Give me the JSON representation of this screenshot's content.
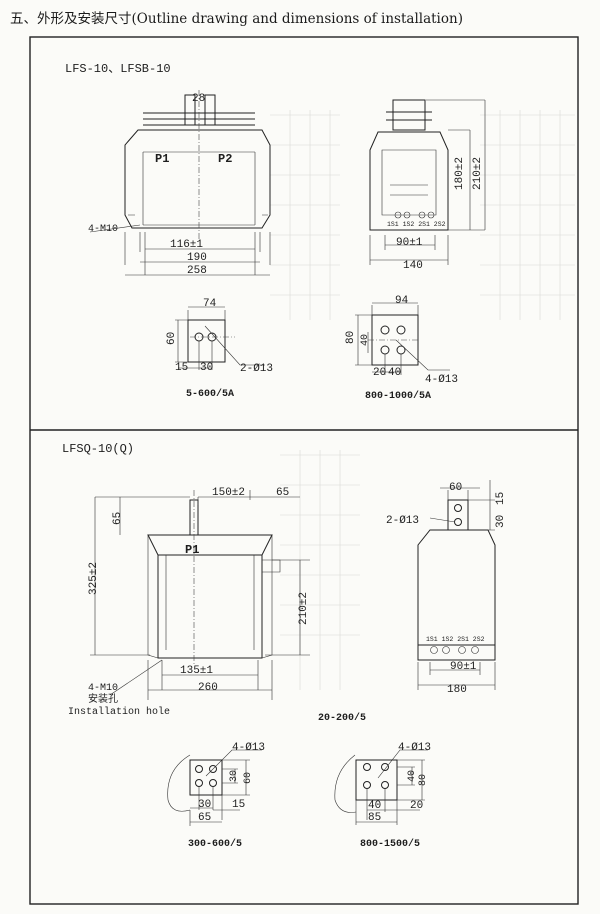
{
  "title": "五、外形及安装尺寸(Outline drawing and dimensions of installation)",
  "section1": {
    "model": "LFS-10、LFSB-10",
    "front": {
      "dim_top": "28",
      "p1": "P1",
      "p2": "P2",
      "bolt": "4-M10",
      "dim_116": "116±1",
      "dim_190": "190",
      "dim_258": "258"
    },
    "side": {
      "dim_180": "180±2",
      "dim_210": "210±2",
      "terminals": "1S1 1S2 2S1 2S2",
      "dim_90": "90±1",
      "dim_140": "140"
    },
    "plate_a": {
      "dim_74": "74",
      "dim_60": "60",
      "dim_15": "15",
      "dim_30": "30",
      "holes": "2-Ø13",
      "caption": "5-600/5A"
    },
    "plate_b": {
      "dim_94": "94",
      "dim_80": "80",
      "dim_40v": "40",
      "dim_20": "20",
      "dim_40h": "40",
      "holes": "4-Ø13",
      "caption": "800-1000/5A"
    }
  },
  "section2": {
    "model": "LFSQ-10(Q)",
    "front": {
      "dim_150": "150±2",
      "dim_65": "65",
      "dim_65v": "65",
      "dim_325": "325±2",
      "p1": "P1",
      "dim_210": "210±2",
      "dim_135": "135±1",
      "dim_260": "260",
      "bolt": "4-M10",
      "bolt_cn": "安装孔",
      "bolt_en": "Installation hole"
    },
    "side": {
      "dim_60": "60",
      "dim_15": "15",
      "holes": "2-Ø13",
      "dim_30": "30",
      "terminals": "1S1 1S2 2S1 2S2",
      "dim_90": "90±1",
      "dim_180": "180",
      "caption": "20-200/5"
    },
    "plate_a": {
      "holes": "4-Ø13",
      "dim_30v": "30",
      "dim_60": "60",
      "dim_30h": "30",
      "dim_15": "15",
      "dim_65": "65",
      "caption": "300-600/5"
    },
    "plate_b": {
      "holes": "4-Ø13",
      "dim_40v": "40",
      "dim_80": "80",
      "dim_40h": "40",
      "dim_20": "20",
      "dim_85": "85",
      "caption": "800-1500/5"
    }
  }
}
